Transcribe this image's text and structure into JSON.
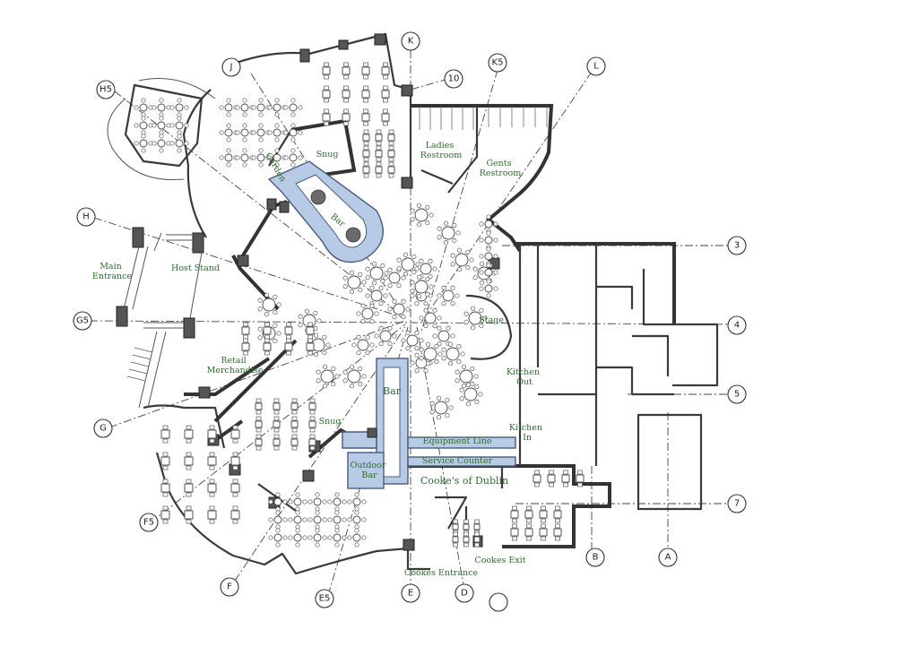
{
  "rooms": {
    "main_entrance": "Main\nEntrance",
    "host_stand": "Host Stand",
    "retail_merchandise": "Retail\nMerchandise",
    "snug_top": "Snug",
    "snug_bottom": "Snug",
    "bar_top": "Bar",
    "bar_center": "Bar",
    "outdoor_bar": "Outdoor\nBar",
    "ladies_restroom": "Ladies\nRestroom",
    "gents_restroom": "Gents\nRestroom",
    "stage": "Stage",
    "kitchen_out": "Kitchen\nOut",
    "kitchen_in": "Kitchen\nIn",
    "equipment_line": "Equipment Line",
    "service_counter": "Service Counter",
    "cookes_of_dublin": "Cooke's of Dublin",
    "cookes_entrance": "Cookes Entrance",
    "cookes_exit": "Cookes Exit",
    "garden": "Garden"
  },
  "grid_markers": {
    "K": "K",
    "K5": "K5",
    "L": "L",
    "J": "J",
    "H5": "H5",
    "H": "H",
    "G5": "G5",
    "G": "G",
    "F5": "F5",
    "F": "F",
    "E5": "E5",
    "E": "E",
    "D": "D",
    "B": "B",
    "A": "A",
    "m10": "10",
    "m3": "3",
    "m4": "4",
    "m5": "5",
    "m7": "7"
  },
  "colors": {
    "wall": "#3a3a3a",
    "label_green": "#2e6b2e",
    "bar_blue": "#b8cbe6"
  }
}
